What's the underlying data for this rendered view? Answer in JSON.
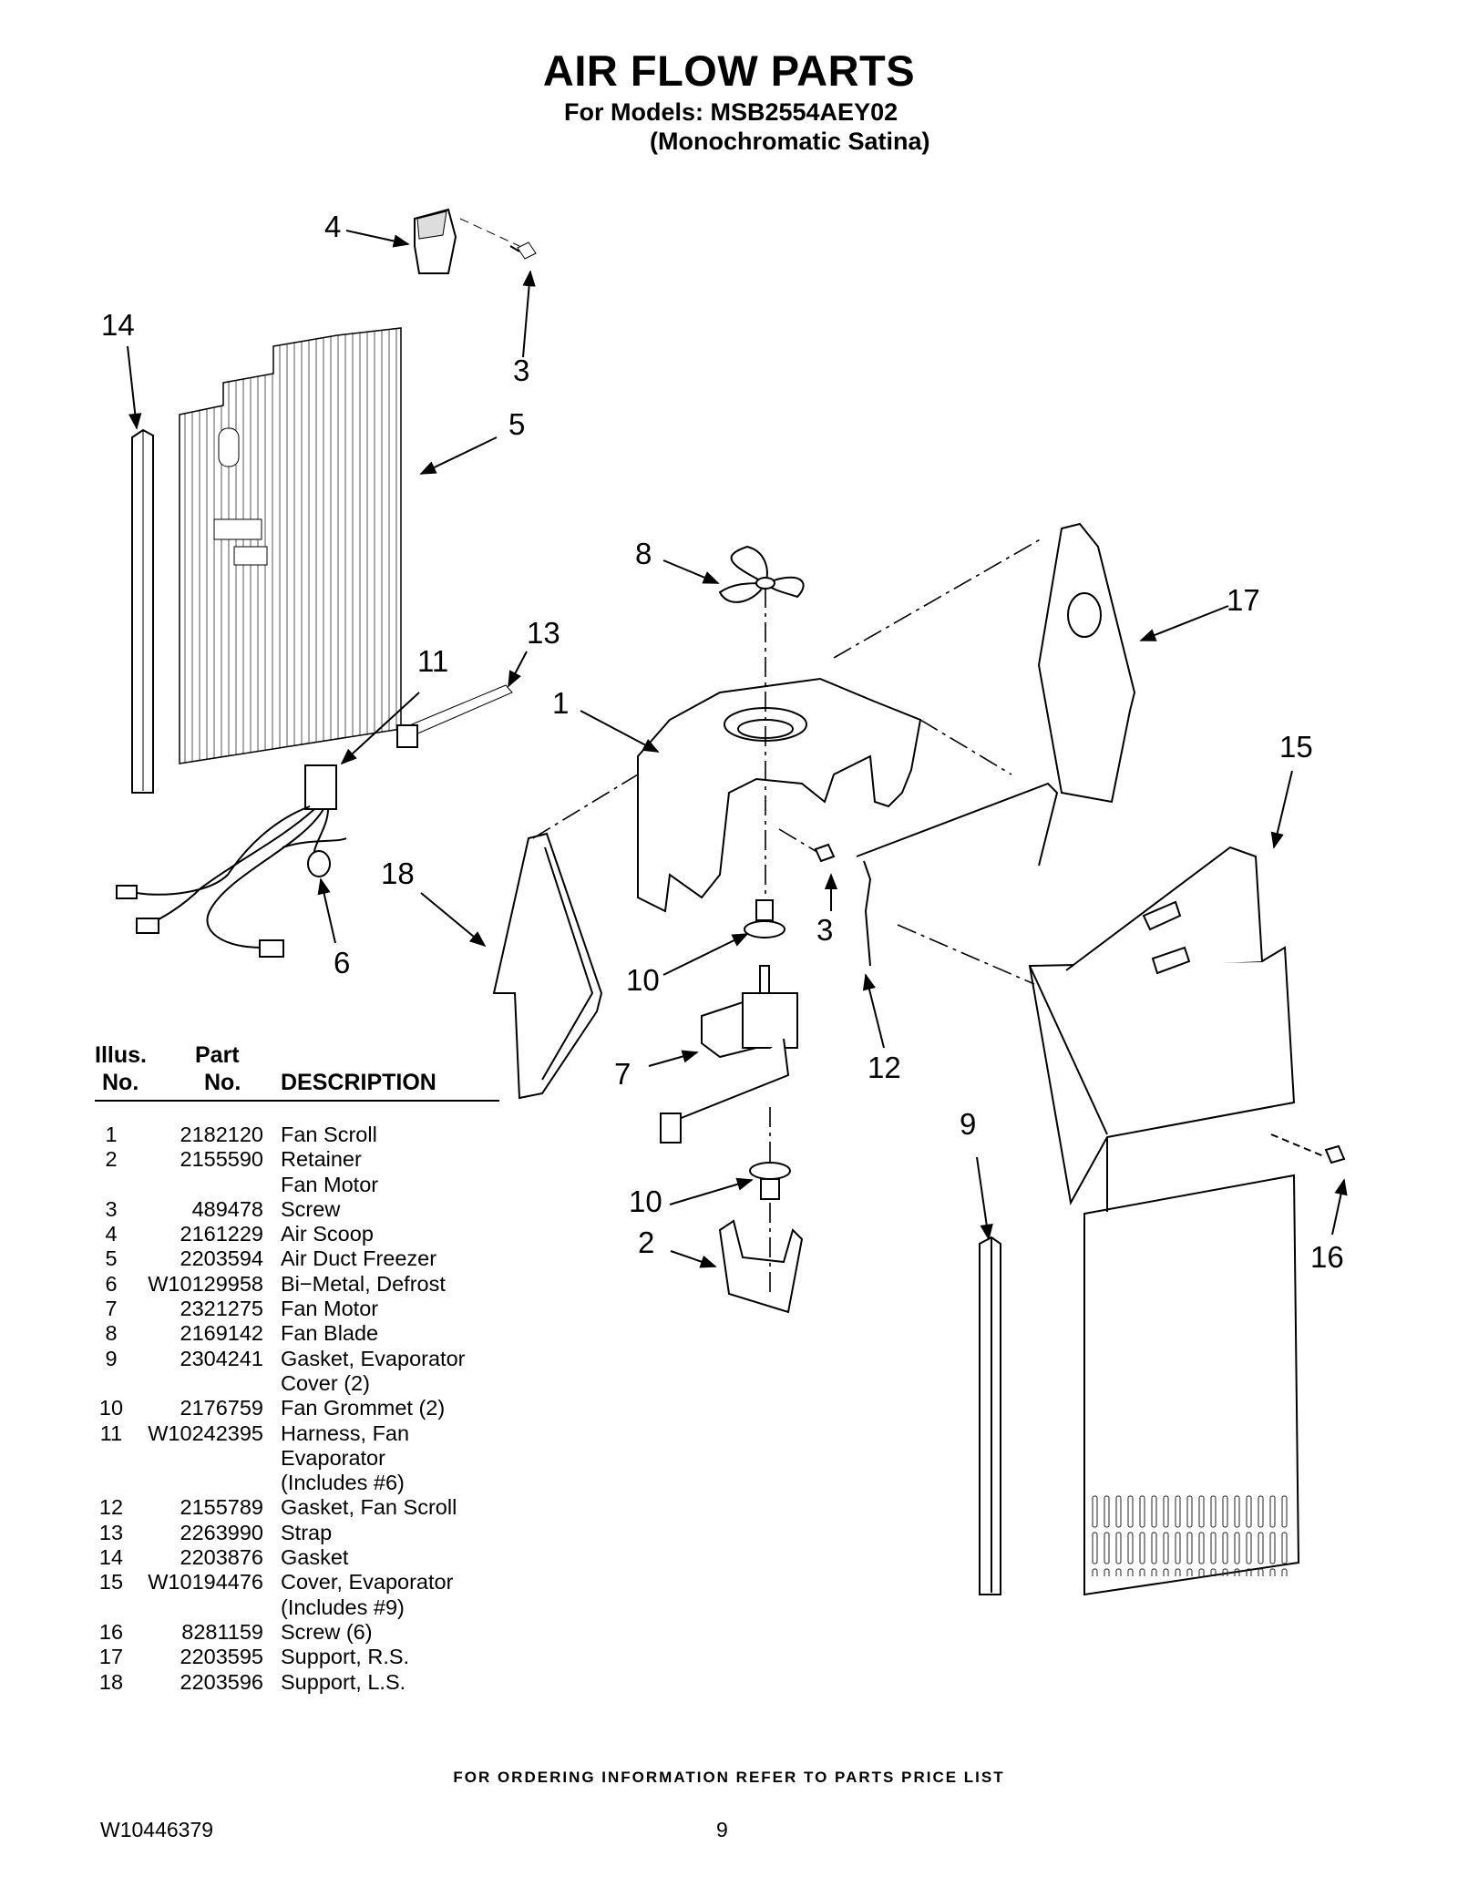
{
  "header": {
    "title": "AIR FLOW PARTS",
    "models_line": "For Models: MSB2554AEY02",
    "variant_line": "(Monochromatic Satina)"
  },
  "diagram": {
    "callouts": [
      "4",
      "3",
      "14",
      "5",
      "8",
      "17",
      "13",
      "11",
      "1",
      "15",
      "18",
      "3",
      "6",
      "10",
      "7",
      "12",
      "9",
      "10",
      "2",
      "16"
    ]
  },
  "parts_table": {
    "headers": {
      "illus_1": "Illus.",
      "illus_2": "No.",
      "part_1": "Part",
      "part_2": "No.",
      "description": "DESCRIPTION"
    },
    "rows": [
      {
        "illus": "1",
        "part": "2182120",
        "description": "Fan Scroll"
      },
      {
        "illus": "2",
        "part": "2155590",
        "description": "Retainer\nFan Motor"
      },
      {
        "illus": "3",
        "part": "489478",
        "description": "Screw"
      },
      {
        "illus": "4",
        "part": "2161229",
        "description": "Air Scoop"
      },
      {
        "illus": "5",
        "part": "2203594",
        "description": "Air Duct Freezer"
      },
      {
        "illus": "6",
        "part": "W10129958",
        "description": "Bi−Metal, Defrost"
      },
      {
        "illus": "7",
        "part": "2321275",
        "description": "Fan Motor"
      },
      {
        "illus": "8",
        "part": "2169142",
        "description": "Fan Blade"
      },
      {
        "illus": "9",
        "part": "2304241",
        "description": "Gasket, Evaporator\nCover (2)"
      },
      {
        "illus": "10",
        "part": "2176759",
        "description": "Fan Grommet (2)"
      },
      {
        "illus": "11",
        "part": "W10242395",
        "description": "Harness, Fan\nEvaporator\n(Includes #6)"
      },
      {
        "illus": "12",
        "part": "2155789",
        "description": "Gasket, Fan Scroll"
      },
      {
        "illus": "13",
        "part": "2263990",
        "description": "Strap"
      },
      {
        "illus": "14",
        "part": "2203876",
        "description": "Gasket"
      },
      {
        "illus": "15",
        "part": "W10194476",
        "description": "Cover, Evaporator\n(Includes #9)"
      },
      {
        "illus": "16",
        "part": "8281159",
        "description": "Screw (6)"
      },
      {
        "illus": "17",
        "part": "2203595",
        "description": "Support, R.S."
      },
      {
        "illus": "18",
        "part": "2203596",
        "description": "Support, L.S."
      }
    ]
  },
  "footer": {
    "ordering_note": "FOR ORDERING INFORMATION REFER TO PARTS PRICE LIST",
    "doc_number": "W10446379",
    "page_number": "9"
  }
}
